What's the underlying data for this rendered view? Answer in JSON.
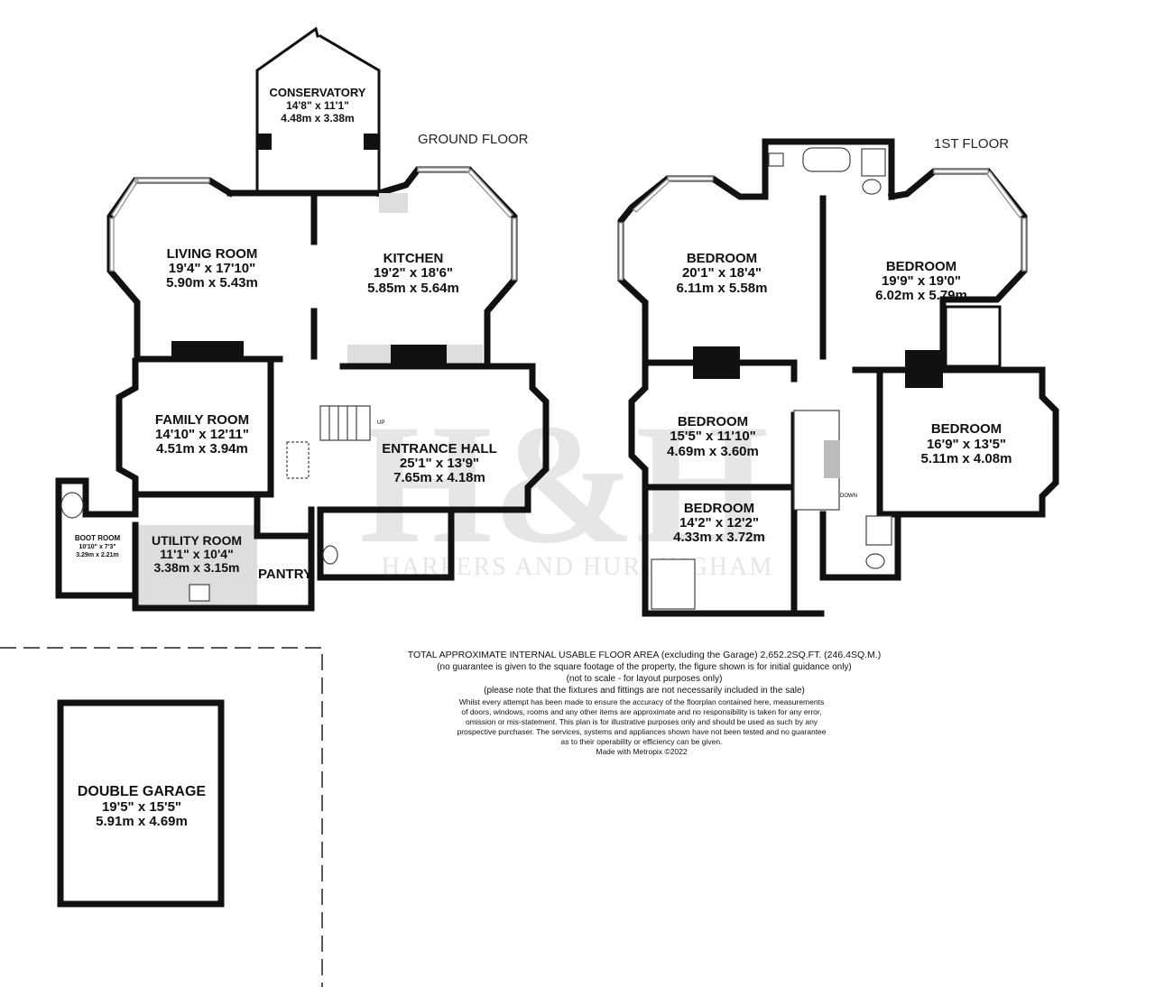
{
  "floors": {
    "ground": "GROUND FLOOR",
    "first": "1ST FLOOR"
  },
  "rooms": {
    "conservatory": {
      "name": "CONSERVATORY",
      "imperial": "14'8\"  x 11'1\"",
      "metric": "4.48m  x 3.38m"
    },
    "living_room": {
      "name": "LIVING ROOM",
      "imperial": "19'4\"  x 17'10\"",
      "metric": "5.90m  x 5.43m"
    },
    "kitchen": {
      "name": "KITCHEN",
      "imperial": "19'2\"  x 18'6\"",
      "metric": "5.85m  x 5.64m"
    },
    "family_room": {
      "name": "FAMILY ROOM",
      "imperial": "14'10\"  x 12'11\"",
      "metric": "4.51m  x 3.94m"
    },
    "entrance_hall": {
      "name": "ENTRANCE HALL",
      "imperial": "25'1\"  x 13'9\"",
      "metric": "7.65m  x 4.18m"
    },
    "boot_room": {
      "name": "BOOT ROOM",
      "imperial": "10'10\"  x 7'3\"",
      "metric": "3.29m  x 2.21m"
    },
    "utility_room": {
      "name": "UTILITY ROOM",
      "imperial": "11'1\"  x 10'4\"",
      "metric": "3.38m  x 3.15m"
    },
    "pantry": {
      "name": "PANTRY"
    },
    "bedroom1": {
      "name": "BEDROOM",
      "imperial": "20'1\"  x 18'4\"",
      "metric": "6.11m  x 5.58m"
    },
    "bedroom2": {
      "name": "BEDROOM",
      "imperial": "19'9\"  x 19'0\"",
      "metric": "6.02m  x 5.79m"
    },
    "bedroom3": {
      "name": "BEDROOM",
      "imperial": "15'5\"  x 11'10\"",
      "metric": "4.69m  x 3.60m"
    },
    "bedroom4": {
      "name": "BEDROOM",
      "imperial": "16'9\"  x 13'5\"",
      "metric": "5.11m  x 4.08m"
    },
    "bedroom5": {
      "name": "BEDROOM",
      "imperial": "14'2\"  x 12'2\"",
      "metric": "4.33m  x 3.72m"
    },
    "garage": {
      "name": "DOUBLE GARAGE",
      "imperial": "19'5\"  x 15'5\"",
      "metric": "5.91m  x 4.69m"
    }
  },
  "stairs": {
    "up": "UP",
    "down": "DOWN"
  },
  "watermark": {
    "monogram": "H&H",
    "name": "HARPERS AND HURLINGHAM"
  },
  "disclaimer": {
    "line1": "TOTAL APPROXIMATE INTERNAL USABLE FLOOR AREA (excluding the Garage) 2,652.2SQ.FT. (246.4SQ.M.)",
    "line2": "(no guarantee is given to the square footage of the property, the figure shown is for initial guidance only)",
    "line3": "(not to scale - for layout purposes only)",
    "line4": "(please note that the fixtures and fittings are not necessarily included in the sale)",
    "small1": "Whilst every attempt has been made to ensure the accuracy of the floorplan contained here, measurements",
    "small2": "of doors, windows, rooms and any other items are approximate and no responsibility is taken for any error,",
    "small3": "omission or mis-statement. This plan is for illustrative purposes only and should be used as such by any",
    "small4": "prospective purchaser. The services, systems and appliances shown have not been tested and no guarantee",
    "small5": "as to their operability or efficiency can be given.",
    "made_with": "Made with Metropix ©2022"
  },
  "colors": {
    "wall": "#111111",
    "window": "#999999",
    "watermark_pink": "#f4b8dc",
    "watermark_grey": "#e6e6e6",
    "fill_grey": "#dddddd"
  }
}
